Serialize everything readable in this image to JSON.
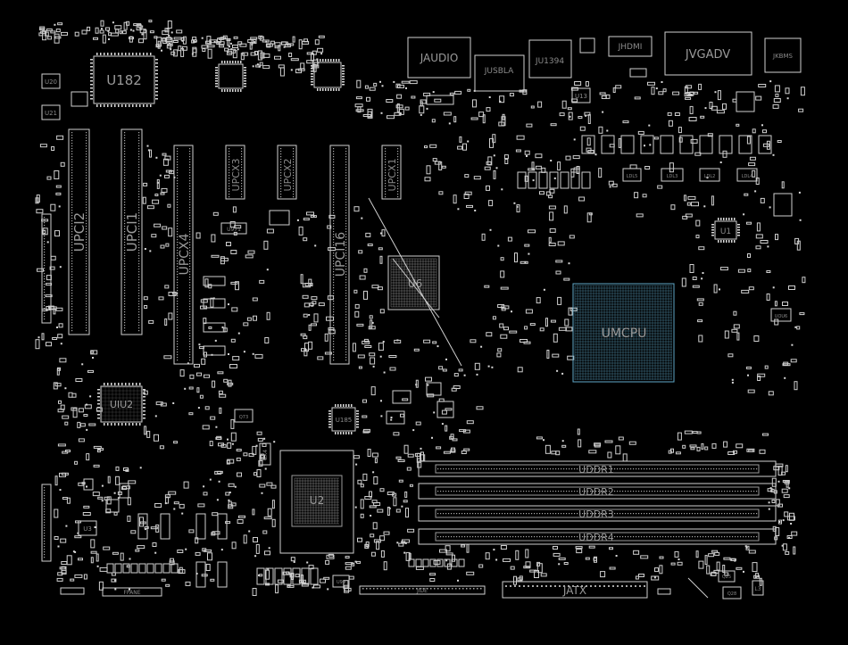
{
  "labels": {
    "u182": "U182",
    "jaudio": "JAUDIO",
    "jusbla": "JUSBLA",
    "ju1394": "JU1394",
    "jhdmi": "JHDMI",
    "jvgadv": "JVGADV",
    "jkbms": "JKBMS",
    "u1": "U1",
    "u13": "U13",
    "u20": "U20",
    "u21": "U21",
    "upci2": "UPCI2",
    "upci1": "UPCI1",
    "upcx4": "UPCX4",
    "upcx3": "UPCX3",
    "upcx2": "UPCX2",
    "upci16": "UPCI16",
    "upcx1": "UPCX1",
    "u6": "U6",
    "umcpu": "UMCPU",
    "uiu2": "UIU2",
    "u185": "U185",
    "u2": "U2",
    "uddr1": "UDDR1",
    "uddr2": "UDDR2",
    "uddr3": "UDDR3",
    "uddr4": "UDDR4",
    "jatx": "JATX",
    "jide": "JIDE",
    "fpanel": "FPANE",
    "u3": "U3",
    "u99": "U99",
    "ldl5": "LDL5",
    "ldl3": "LDL3",
    "ldl2": "LDL2",
    "ldl4": "LDL4",
    "ldl6": "LDL6",
    "uou6": "UOU6",
    "q25": "Q25",
    "q28": "Q28",
    "l3": "L3",
    "u971": "U971",
    "q73": "Q73",
    "cx4": "CX4"
  },
  "colors": {
    "background": "#000000",
    "outline": "#cfcfcf",
    "label": "#8a8a8a",
    "cpu_grid": "#5fa8c8",
    "chip_grid": "#b0b0b0"
  }
}
